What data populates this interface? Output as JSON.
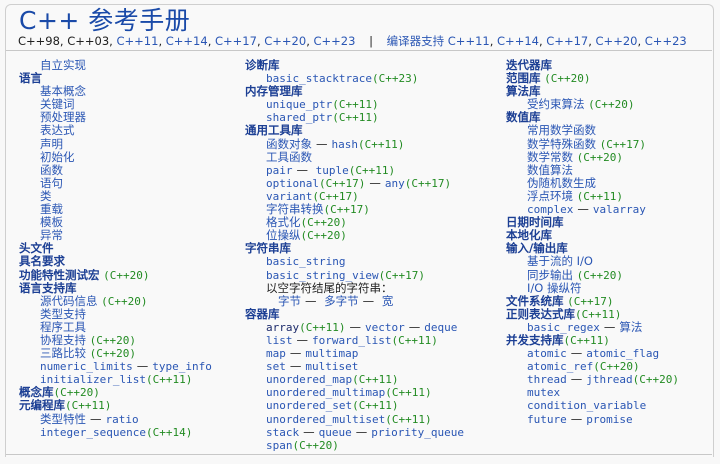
{
  "header": {
    "title": "C++ 参考手册",
    "versions_plain": "C++98, C++03, ",
    "versions_links": [
      "C++11",
      "C++14",
      "C++17",
      "C++20",
      "C++23"
    ],
    "separator": "|",
    "compiler_support_label": "编译器支持",
    "compiler_versions": [
      "C++11",
      "C++14",
      "C++17",
      "C++20",
      "C++23"
    ]
  },
  "col1": {
    "freestanding": "自立实现",
    "language": "语言",
    "language_items": [
      "基本概念",
      "关键词",
      "预处理器",
      "表达式",
      "声明",
      "初始化",
      "函数",
      "语句",
      "类",
      "重载",
      "模板",
      "异常"
    ],
    "headers": "头文件",
    "named_requirements": "具名要求",
    "feature_test_macros": "功能特性测试宏",
    "feature_test_macros_ver": "(C++20)",
    "lang_support": "语言支持库",
    "source_location": "源代码信息",
    "source_location_ver": "(C++20)",
    "type_support": "类型支持",
    "program_utilities": "程序工具",
    "coroutine": "协程支持",
    "coroutine_ver": "(C++20)",
    "three_way": "三路比较",
    "three_way_ver": "(C++20)",
    "numeric_limits": "numeric_limits",
    "type_info": "type_info",
    "initializer_list": "initializer_list",
    "initializer_list_ver": "(C++11)",
    "concepts": "概念库",
    "concepts_ver": "(C++20)",
    "metaprogramming": "元编程库",
    "metaprogramming_ver": "(C++11)",
    "type_traits": "类型特性",
    "ratio": "ratio",
    "integer_sequence": "integer_sequence",
    "integer_sequence_ver": "(C++14)"
  },
  "col2": {
    "diagnostics": "诊断库",
    "basic_stacktrace": "basic_stacktrace",
    "basic_stacktrace_ver": "(C++23)",
    "memory": "内存管理库",
    "unique_ptr": "unique_ptr",
    "unique_ptr_ver": "(C++11)",
    "shared_ptr": "shared_ptr",
    "shared_ptr_ver": "(C++11)",
    "utilities": "通用工具库",
    "function_objects": "函数对象",
    "hash": "hash",
    "hash_ver": "(C++11)",
    "utility_functions": "工具函数",
    "pair": "pair",
    "tuple": "tuple",
    "tuple_ver": "(C++11)",
    "optional": "optional",
    "optional_ver": "(C++17)",
    "any": "any",
    "any_ver": "(C++17)",
    "variant": "variant",
    "variant_ver": "(C++17)",
    "string_conversions": "字符串转换",
    "string_conversions_ver": "(C++17)",
    "format": "格式化",
    "format_ver": "(C++20)",
    "bit": "位操纵",
    "bit_ver": "(C++20)",
    "strings": "字符串库",
    "basic_string": "basic_string",
    "basic_string_view": "basic_string_view",
    "basic_string_view_ver": "(C++17)",
    "null_terminated": "以空字符结尾的字符串：",
    "byte": "字节",
    "multibyte": "多字节",
    "wide": "宽",
    "containers": "容器库",
    "array": "array",
    "array_ver": "(C++11)",
    "vector": "vector",
    "deque": "deque",
    "list": "list",
    "forward_list": "forward_list",
    "forward_list_ver": "(C++11)",
    "map": "map",
    "multimap": "multimap",
    "set": "set",
    "multiset": "multiset",
    "unordered_map": "unordered_map",
    "unordered_map_ver": "(C++11)",
    "unordered_multimap": "unordered_multimap",
    "unordered_multimap_ver": "(C++11)",
    "unordered_set": "unordered_set",
    "unordered_set_ver": "(C++11)",
    "unordered_multiset": "unordered_multiset",
    "unordered_multiset_ver": "(C++11)",
    "stack": "stack",
    "queue": "queue",
    "priority_queue": "priority_queue",
    "span": "span",
    "span_ver": "(C++20)"
  },
  "col3": {
    "iterators": "迭代器库",
    "ranges": "范围库",
    "ranges_ver": "(C++20)",
    "algorithms": "算法库",
    "constrained_algorithms": "受约束算法",
    "constrained_algorithms_ver": "(C++20)",
    "numerics": "数值库",
    "common_math": "常用数学函数",
    "special_math": "数学特殊函数",
    "special_math_ver": "(C++17)",
    "math_constants": "数学常数",
    "math_constants_ver": "(C++20)",
    "numeric_algorithms": "数值算法",
    "prng": "伪随机数生成",
    "fenv": "浮点环境",
    "fenv_ver": "(C++11)",
    "complex": "complex",
    "valarray": "valarray",
    "chrono": "日期时间库",
    "localization": "本地化库",
    "io": "输入/输出库",
    "stream_io": "基于流的 I/O",
    "syncstream": "同步输出",
    "syncstream_ver": "(C++20)",
    "manipulators": "I/O 操纵符",
    "filesystem": "文件系统库",
    "filesystem_ver": "(C++17)",
    "regex": "正则表达式库",
    "regex_ver": "(C++11)",
    "basic_regex": "basic_regex",
    "regex_algorithms": "算法",
    "thread": "并发支持库",
    "thread_ver": "(C++11)",
    "atomic": "atomic",
    "atomic_flag": "atomic_flag",
    "atomic_ref": "atomic_ref",
    "atomic_ref_ver": "(C++20)",
    "thread_cls": "thread",
    "jthread": "jthread",
    "jthread_ver": "(C++20)",
    "mutex": "mutex",
    "condition_variable": "condition_variable",
    "future": "future",
    "promise": "promise"
  },
  "dash": "—"
}
